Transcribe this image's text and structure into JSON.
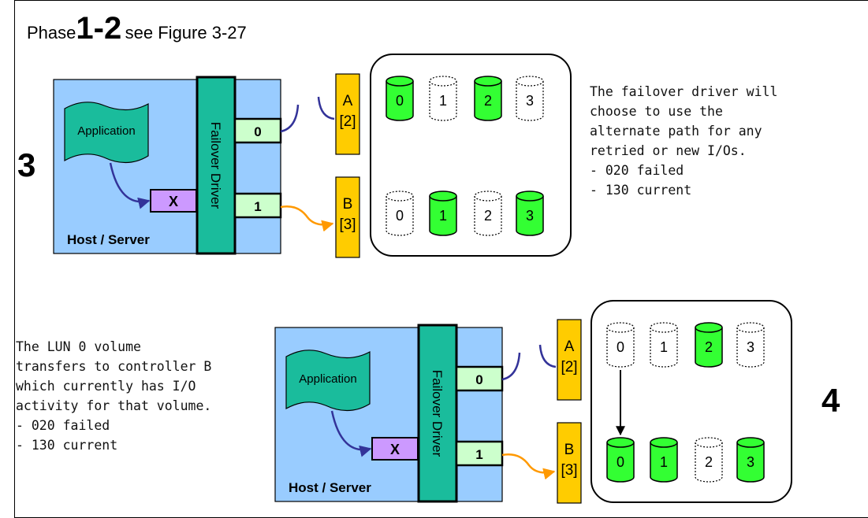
{
  "title": {
    "prefix": "Phase",
    "phase": "1-2",
    "suffix": "see Figure 3-27"
  },
  "colors": {
    "host_bg": "#99ccff",
    "driver": "#1abc9c",
    "port": "#ccffcc",
    "error": "#cc99ff",
    "controller": "#ffcc00",
    "active_volume": "#33ff33",
    "arrow_app": "#333399",
    "arrow_path": "#ff9900"
  },
  "panels": [
    {
      "step": "3",
      "app_label": "Application",
      "driver_label": "Failover Driver",
      "host_label": "Host / Server",
      "error_label": "X",
      "ports": [
        "0",
        "1"
      ],
      "controllers": [
        {
          "name": "A",
          "lun": "[2]"
        },
        {
          "name": "B",
          "lun": "[3]"
        }
      ],
      "volumes_a": [
        {
          "label": "0",
          "active": true
        },
        {
          "label": "1",
          "active": false
        },
        {
          "label": "2",
          "active": true
        },
        {
          "label": "3",
          "active": false
        }
      ],
      "volumes_b": [
        {
          "label": "0",
          "active": false
        },
        {
          "label": "1",
          "active": true
        },
        {
          "label": "2",
          "active": false
        },
        {
          "label": "3",
          "active": true
        }
      ],
      "note": "The failover driver will\nchoose to use the\nalternate path for any\nretried or new I/Os.\n- 020 failed\n- 130 current"
    },
    {
      "step": "4",
      "app_label": "Application",
      "driver_label": "Failover Driver",
      "host_label": "Host / Server",
      "error_label": "X",
      "ports": [
        "0",
        "1"
      ],
      "controllers": [
        {
          "name": "A",
          "lun": "[2]"
        },
        {
          "name": "B",
          "lun": "[3]"
        }
      ],
      "volumes_a": [
        {
          "label": "0",
          "active": false
        },
        {
          "label": "1",
          "active": false
        },
        {
          "label": "2",
          "active": true
        },
        {
          "label": "3",
          "active": false
        }
      ],
      "volumes_b": [
        {
          "label": "0",
          "active": true
        },
        {
          "label": "1",
          "active": true
        },
        {
          "label": "2",
          "active": false
        },
        {
          "label": "3",
          "active": true
        }
      ],
      "transfer": "LUN 0 from controller A to controller B",
      "note": "The LUN 0 volume\ntransfers to controller B\nwhich currently has I/O\nactivity for that volume.\n- 020 failed\n- 130 current"
    }
  ]
}
